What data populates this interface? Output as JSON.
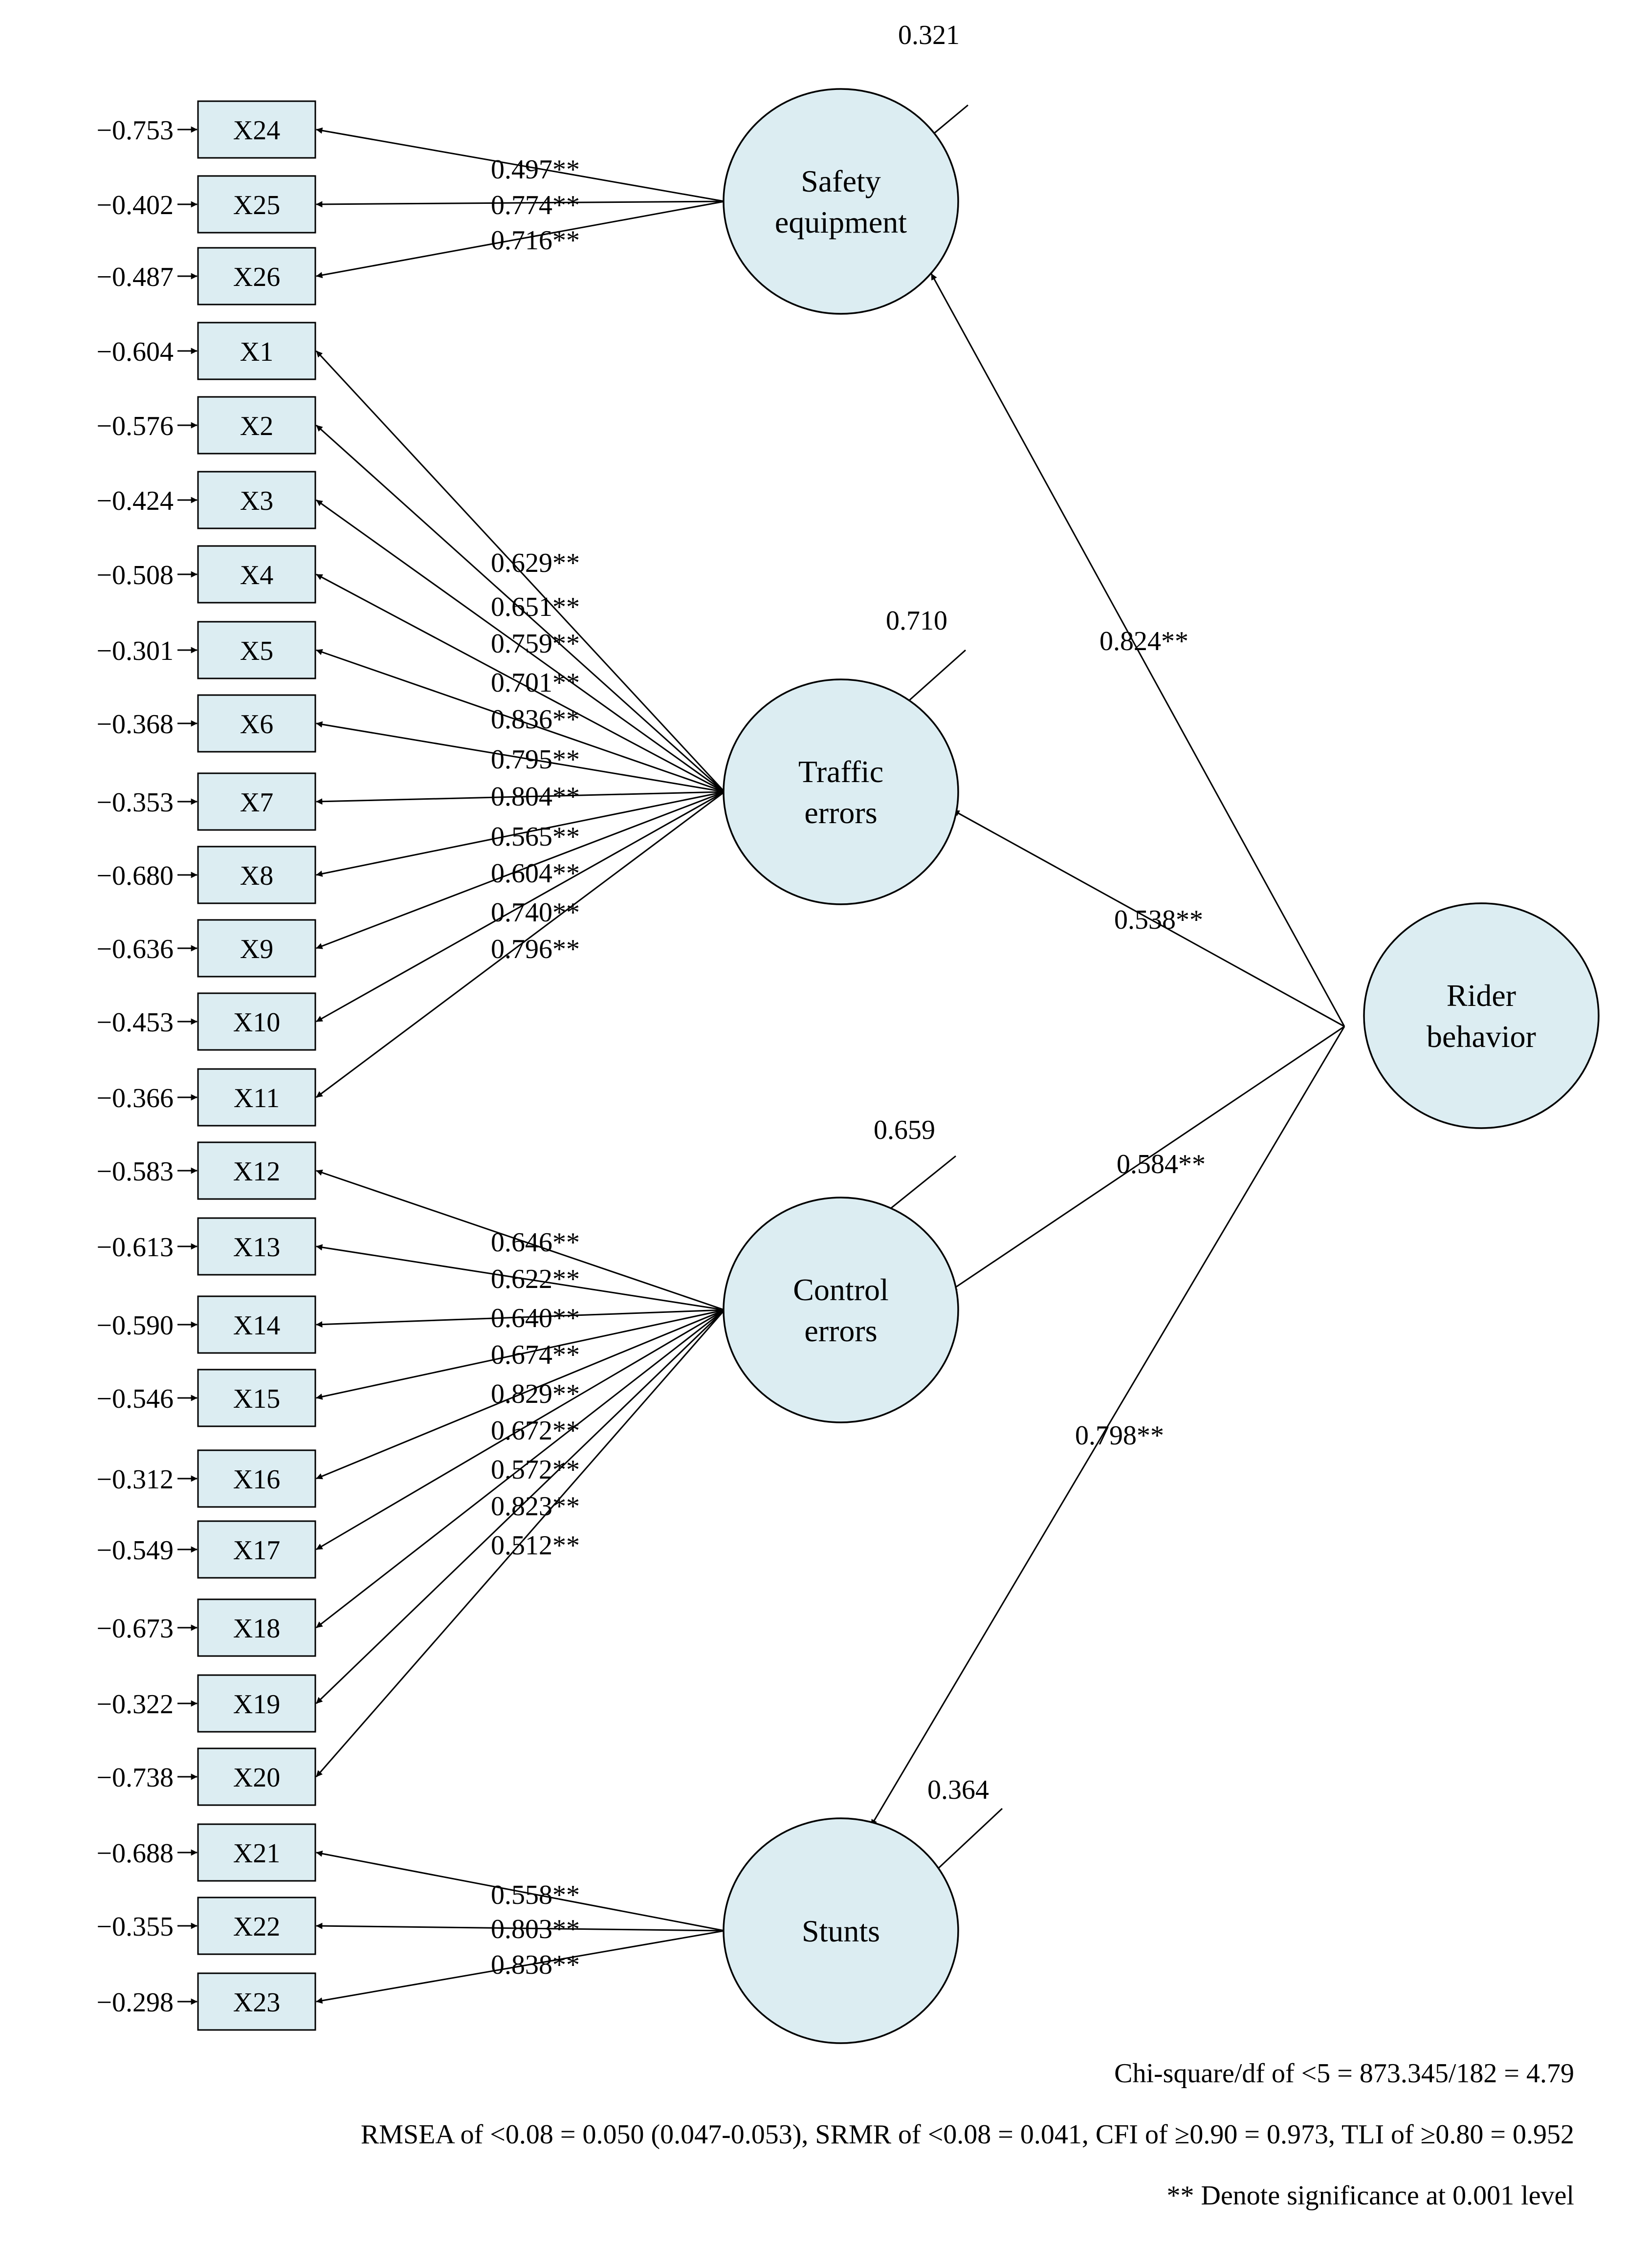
{
  "latents": [
    {
      "id": "safety",
      "lines": [
        "Safety",
        "equipment"
      ],
      "disturbance": "0.321",
      "structural_loading": "0.824**"
    },
    {
      "id": "traffic",
      "lines": [
        "Traffic",
        "errors"
      ],
      "disturbance": "0.710",
      "structural_loading": "0.538**"
    },
    {
      "id": "control",
      "lines": [
        "Control",
        "errors"
      ],
      "disturbance": "0.659",
      "structural_loading": "0.584**"
    },
    {
      "id": "stunts",
      "lines": [
        "Stunts"
      ],
      "disturbance": "0.364",
      "structural_loading": "0.798**"
    }
  ],
  "second_order": {
    "id": "rider",
    "lines": [
      "Rider",
      "behavior"
    ]
  },
  "indicators": [
    {
      "name": "X24",
      "error": "−0.753",
      "loading": "0.497**",
      "factor": "safety"
    },
    {
      "name": "X25",
      "error": "−0.402",
      "loading": "0.774**",
      "factor": "safety"
    },
    {
      "name": "X26",
      "error": "−0.487",
      "loading": "0.716**",
      "factor": "safety"
    },
    {
      "name": "X1",
      "error": "−0.604",
      "loading": "0.629**",
      "factor": "traffic"
    },
    {
      "name": "X2",
      "error": "−0.576",
      "loading": "0.651**",
      "factor": "traffic"
    },
    {
      "name": "X3",
      "error": "−0.424",
      "loading": "0.759**",
      "factor": "traffic"
    },
    {
      "name": "X4",
      "error": "−0.508",
      "loading": "0.701**",
      "factor": "traffic"
    },
    {
      "name": "X5",
      "error": "−0.301",
      "loading": "0.836**",
      "factor": "traffic"
    },
    {
      "name": "X6",
      "error": "−0.368",
      "loading": "0.795**",
      "factor": "traffic"
    },
    {
      "name": "X7",
      "error": "−0.353",
      "loading": "0.804**",
      "factor": "traffic"
    },
    {
      "name": "X8",
      "error": "−0.680",
      "loading": "0.565**",
      "factor": "traffic"
    },
    {
      "name": "X9",
      "error": "−0.636",
      "loading": "0.604**",
      "factor": "traffic"
    },
    {
      "name": "X10",
      "error": "−0.453",
      "loading": "0.740**",
      "factor": "traffic"
    },
    {
      "name": "X11",
      "error": "−0.366",
      "loading": "0.796**",
      "factor": "traffic"
    },
    {
      "name": "X12",
      "error": "−0.583",
      "loading": "0.646**",
      "factor": "control"
    },
    {
      "name": "X13",
      "error": "−0.613",
      "loading": "0.622**",
      "factor": "control"
    },
    {
      "name": "X14",
      "error": "−0.590",
      "loading": "0.640**",
      "factor": "control"
    },
    {
      "name": "X15",
      "error": "−0.546",
      "loading": "0.674**",
      "factor": "control"
    },
    {
      "name": "X16",
      "error": "−0.312",
      "loading": "0.829**",
      "factor": "control"
    },
    {
      "name": "X17",
      "error": "−0.549",
      "loading": "0.672**",
      "factor": "control"
    },
    {
      "name": "X18",
      "error": "−0.673",
      "loading": "0.572**",
      "factor": "control"
    },
    {
      "name": "X19",
      "error": "−0.322",
      "loading": "0.823**",
      "factor": "control"
    },
    {
      "name": "X20",
      "error": "−0.738",
      "loading": "0.512**",
      "factor": "control"
    },
    {
      "name": "X21",
      "error": "−0.688",
      "loading": "0.558**",
      "factor": "stunts"
    },
    {
      "name": "X22",
      "error": "−0.355",
      "loading": "0.803**",
      "factor": "stunts"
    },
    {
      "name": "X23",
      "error": "−0.298",
      "loading": "0.838**",
      "factor": "stunts"
    }
  ],
  "fit": {
    "chi_square": "Chi-square/df of <5 = 873.345/182 = 4.79",
    "indices": "RMSEA of <0.08 = 0.050 (0.047-0.053), SRMR of <0.08 = 0.041, CFI of ≥0.90 = 0.973, TLI of ≥0.80 = 0.952",
    "note": "** Denote significance at 0.001 level"
  }
}
